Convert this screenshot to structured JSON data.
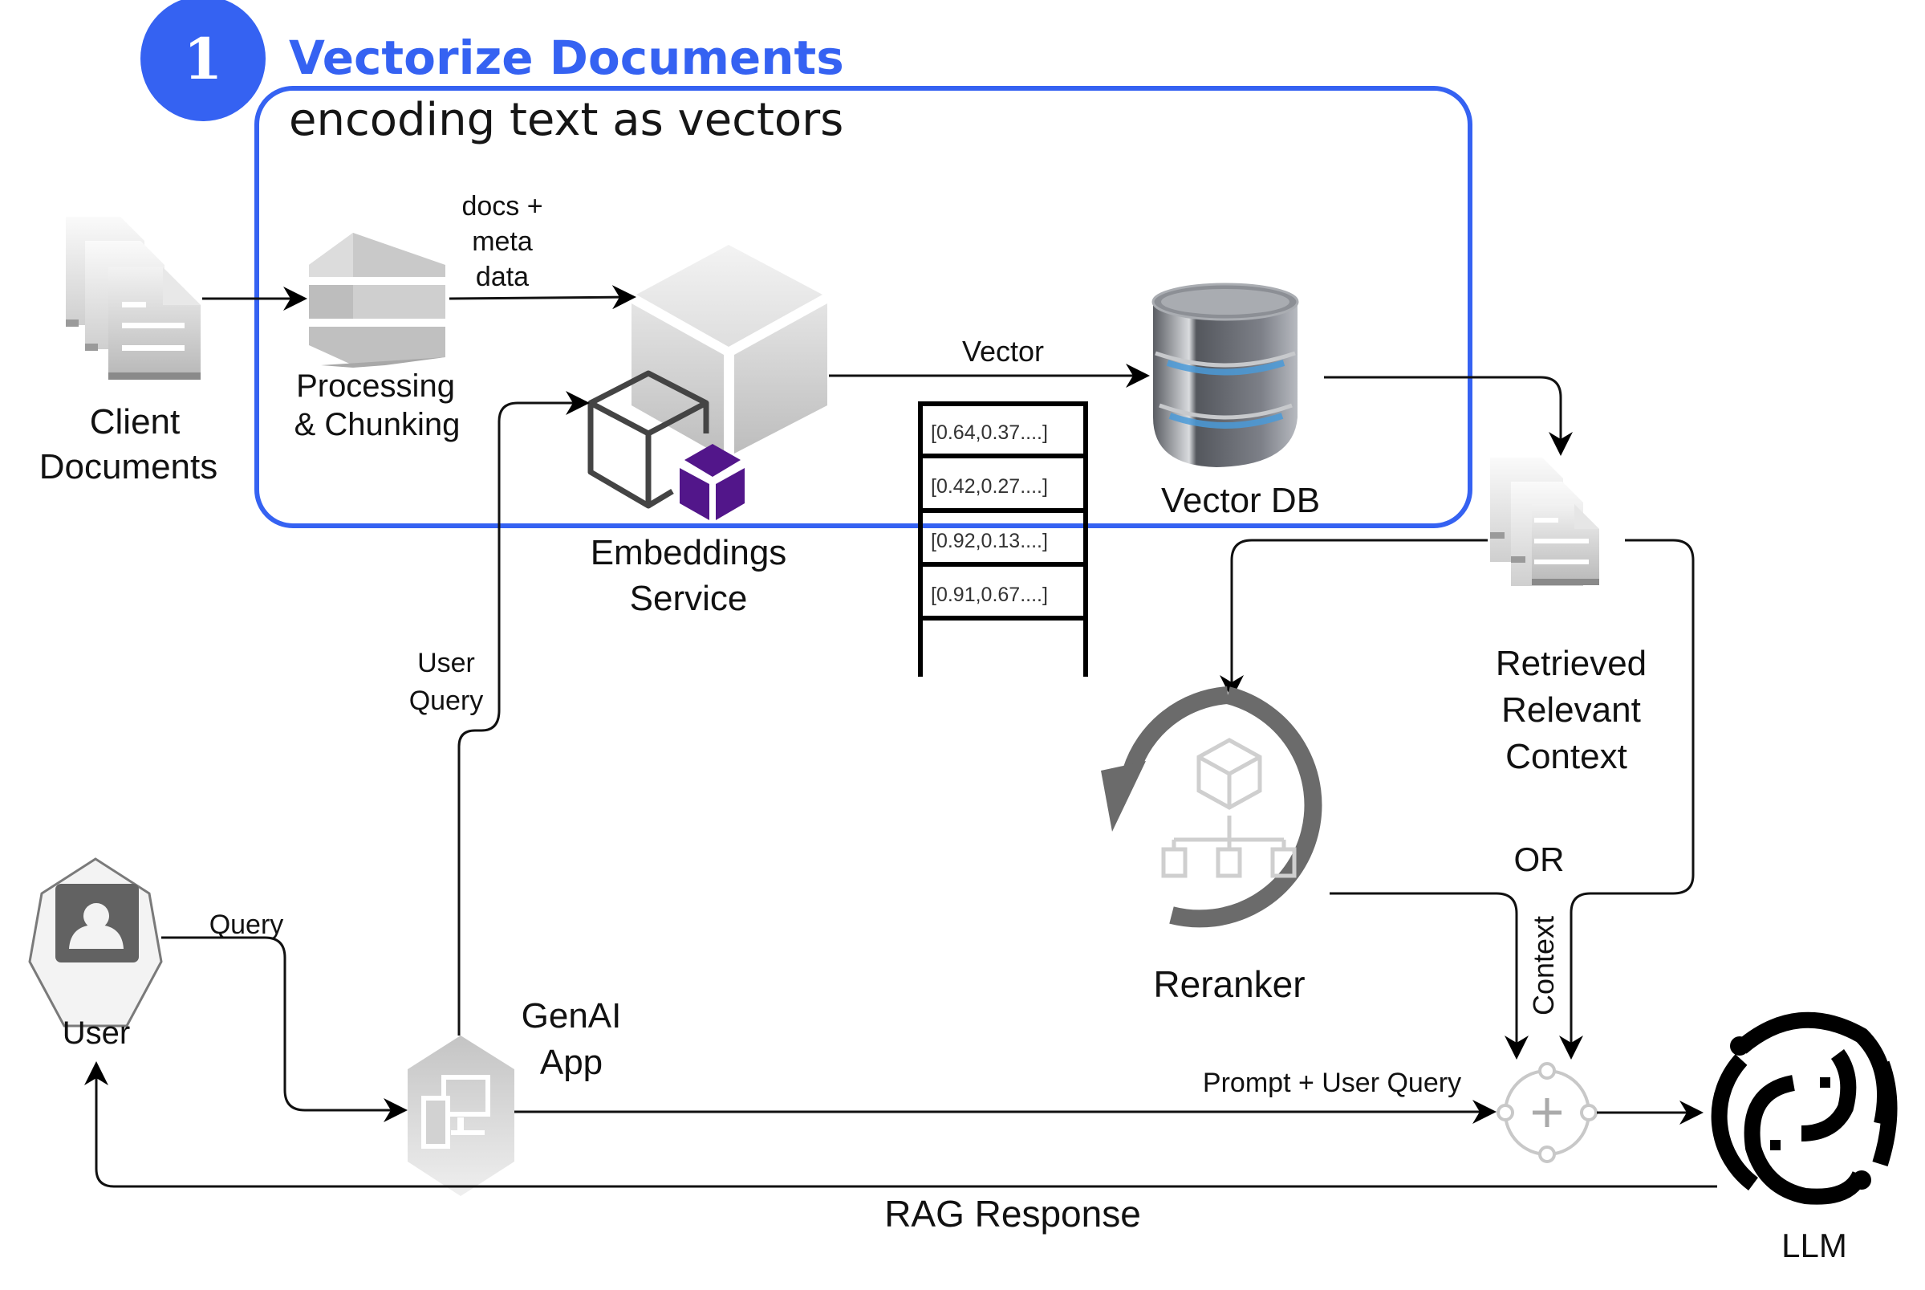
{
  "step": {
    "number": "1",
    "title": "Vectorize Documents",
    "subtitle": "encoding text as vectors",
    "accent_color": "#3562f2"
  },
  "nodes": {
    "client_documents": {
      "line1": "Client",
      "line2": "Documents",
      "icon": "documents-stack-icon"
    },
    "processing": {
      "line1": "Processing",
      "line2": "& Chunking",
      "icon": "processing-blocks-icon"
    },
    "embeddings": {
      "line1": "Embeddings",
      "line2": "Service",
      "icon": "cube-icon"
    },
    "vector_db": {
      "label": "Vector DB",
      "icon": "database-icon"
    },
    "retrieved": {
      "line1": "Retrieved",
      "line2": "Relevant",
      "line3": "Context",
      "icon": "documents-stack-icon"
    },
    "reranker": {
      "label": "Reranker",
      "icon": "refresh-hierarchy-icon"
    },
    "user": {
      "label": "User",
      "icon": "user-icon"
    },
    "genai_app": {
      "line1": "GenAI",
      "line2": "App",
      "icon": "devices-icon"
    },
    "combiner": {
      "icon": "plus-merge-icon"
    },
    "llm": {
      "label": "LLM",
      "icon": "llm-swirl-icon"
    }
  },
  "edge_labels": {
    "docs_meta": {
      "line1": "docs +",
      "line2": "meta",
      "line3": "data"
    },
    "vector": "Vector",
    "user_query": {
      "line1": "User",
      "line2": "Query"
    },
    "query": "Query",
    "or": "OR",
    "context": "Context",
    "prompt_user_query": "Prompt + User Query",
    "rag_response": "RAG Response"
  },
  "vector_table": {
    "rows": [
      "[0.64,0.37....]",
      "[0.42,0.27....]",
      "[0.92,0.13....]",
      "[0.91,0.67....]",
      ""
    ]
  },
  "colors": {
    "accent_blue": "#3562f2",
    "embed_purple": "#52168a",
    "icon_gray": "#6b6b6b",
    "db_blue_glow": "#4a9ad8"
  }
}
